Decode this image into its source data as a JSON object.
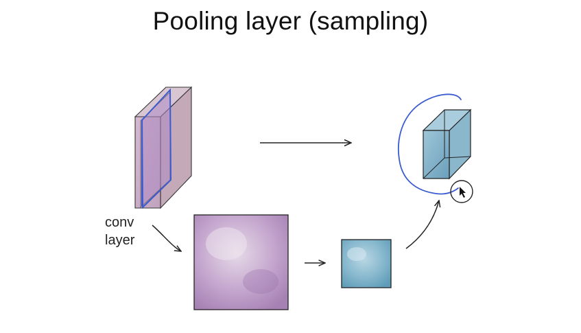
{
  "slide": {
    "title": "Pooling layer (sampling)"
  },
  "diagram": {
    "input_label_line1": "conv",
    "input_label_line2": "layer"
  },
  "colors": {
    "input_volume_fill": "#c9a9c2",
    "input_slice_fill": "#b48fc4",
    "feature_map_fill": "#b38fbd",
    "pooled_map_fill": "#7fb2c9",
    "output_volume_fill": "#6ea3bd",
    "annotation_pen": "#3a5bd0",
    "arrow_stroke": "#222222"
  },
  "icons": {
    "cursor": "mouse-pointer-icon"
  }
}
